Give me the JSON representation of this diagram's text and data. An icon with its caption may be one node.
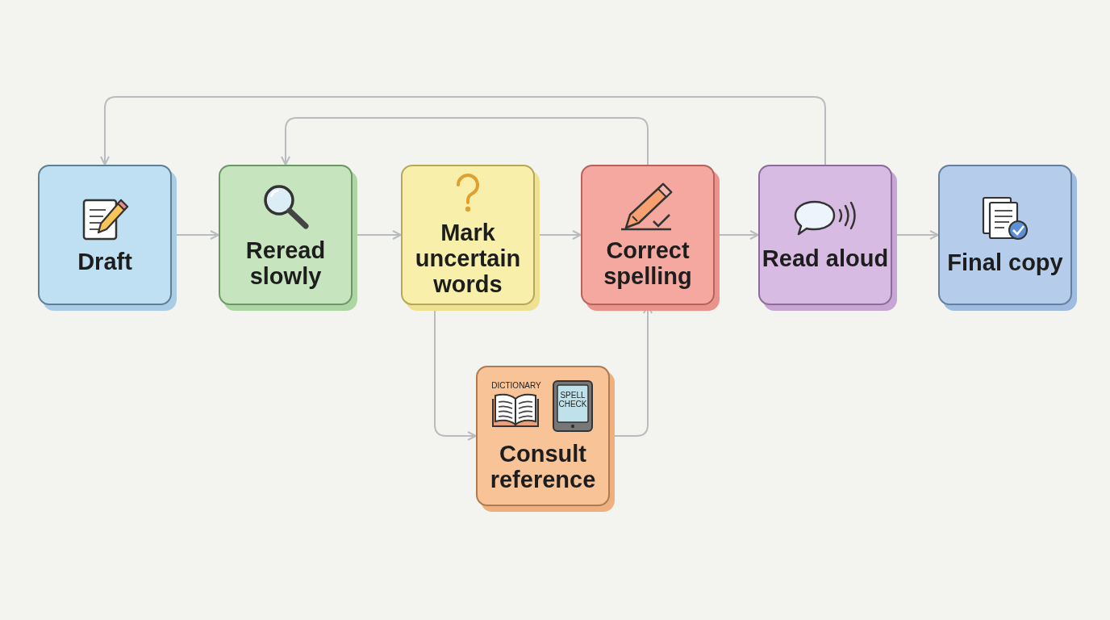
{
  "diagram": {
    "nodes": [
      {
        "text": [
          "Draft"
        ]
      },
      {
        "text": [
          "Reread slowly"
        ]
      },
      {
        "text": [
          "Mark uncertain words"
        ]
      },
      {
        "text": [
          "Correct spelling"
        ]
      },
      {
        "text": [
          "Read aloud"
        ]
      },
      {
        "text": [
          "Final copy"
        ]
      },
      {
        "text": [
          "DICTIONARY",
          "SPELL CHECK",
          "Consult reference"
        ]
      }
    ],
    "edges": [
      {
        "from": 0,
        "to": 1,
        "arrow": "to"
      },
      {
        "from": 1,
        "to": 2,
        "arrow": "to"
      },
      {
        "from": 2,
        "to": 3,
        "arrow": "to"
      },
      {
        "from": 3,
        "to": 4,
        "arrow": "to"
      },
      {
        "from": 4,
        "to": 5,
        "arrow": "to"
      },
      {
        "from": 2,
        "to": 6,
        "arrow": "to"
      },
      {
        "from": 6,
        "to": 3,
        "arrow": "to"
      },
      {
        "from": 3,
        "to": 1,
        "arrow": "to"
      },
      {
        "from": 4,
        "to": 0,
        "arrow": "to"
      }
    ]
  }
}
